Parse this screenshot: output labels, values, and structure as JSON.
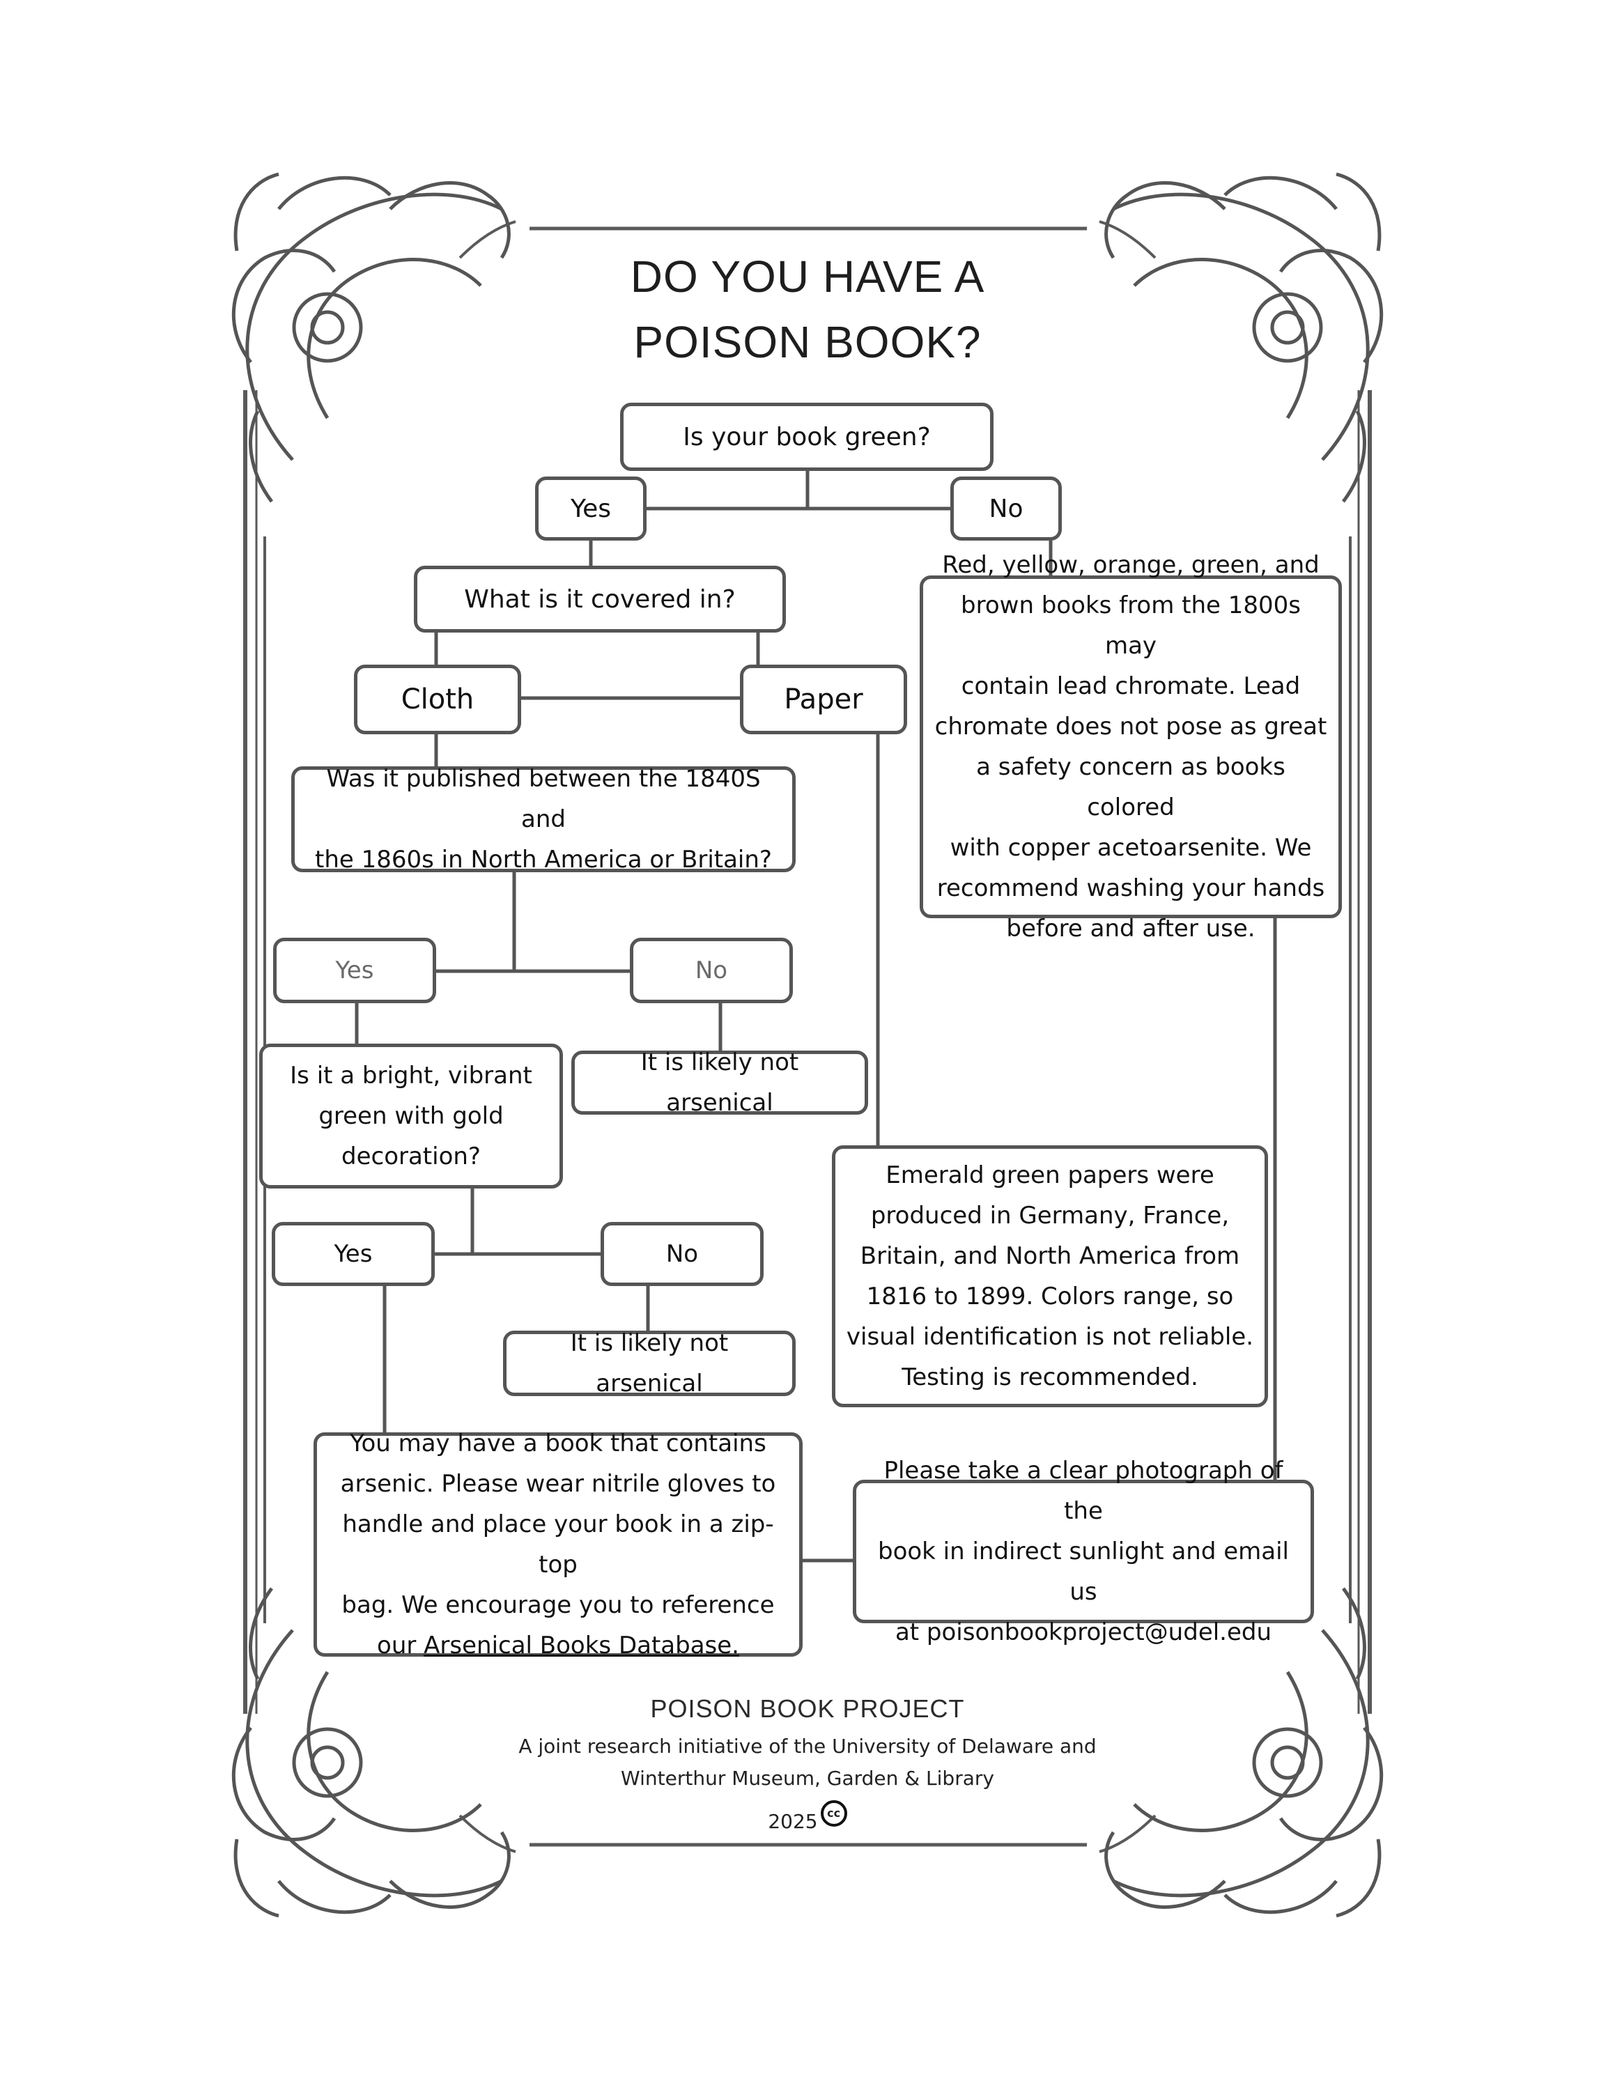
{
  "title": {
    "line1": "DO YOU HAVE A",
    "line2": "POISON BOOK?"
  },
  "flowchart": {
    "q_green": "Is your book green?",
    "green_yes": "Yes",
    "green_no": "No",
    "q_covered": "What is it covered in?",
    "cover_cloth": "Cloth",
    "cover_paper": "Paper",
    "lead_chromate_note": {
      "line1": "Red, yellow, orange, green, and",
      "line2": "brown books from the 1800s may",
      "line3": "contain lead chromate. Lead",
      "line4": "chromate does not pose as great",
      "line5": "a safety concern as books colored",
      "line6": "with copper acetoarsenite. We",
      "line7": "recommend washing your hands",
      "line8": "before and after use."
    },
    "q_published": {
      "line1": "Was it published between the 1840S and",
      "line2": "the 1860s in North America or Britain?"
    },
    "published_yes": "Yes",
    "published_no": "No",
    "not_arsenical_1": "It is likely not arsenical",
    "q_bright": {
      "line1": "Is it a bright, vibrant",
      "line2": "green with gold",
      "line3": "decoration?"
    },
    "bright_yes": "Yes",
    "bright_no": "No",
    "not_arsenical_2": "It is likely not arsenical",
    "emerald_note": {
      "line1": "Emerald green papers were",
      "line2": "produced in Germany, France,",
      "line3": "Britain, and North America from",
      "line4": "1816 to 1899. Colors range, so",
      "line5": "visual identification is not reliable.",
      "line6": "Testing is recommended."
    },
    "arsenic_note": {
      "line1": "You may have a book that contains",
      "line2": "arsenic. Please wear nitrile gloves to",
      "line3": "handle  and place your book in a zip-top",
      "line4": "bag. We encourage you to reference",
      "line5_prefix": "our ",
      "link": "Arsenical Books Database."
    },
    "photo_note": {
      "line1": "Please take a clear photograph of the",
      "line2": "book in indirect sunlight and email us",
      "line3": "at poisonbookproject@udel.edu"
    }
  },
  "footer": {
    "brand": "POISON BOOK PROJECT",
    "line1": "A joint research initiative of the University of Delaware and",
    "line2": "Winterthur Museum, Garden & Library",
    "year": "2025",
    "cc_icon": "cc"
  },
  "colors": {
    "line": "#555555",
    "frame": "#5a5a5a",
    "text": "#111111"
  }
}
